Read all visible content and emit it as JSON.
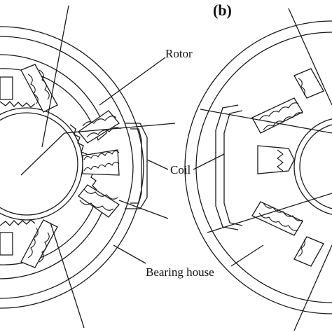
{
  "panel_labels": {
    "b": "(b)"
  },
  "callouts": {
    "rotor": "Rotor",
    "coil": "Coil",
    "bearing_house": "Bearing house"
  }
}
